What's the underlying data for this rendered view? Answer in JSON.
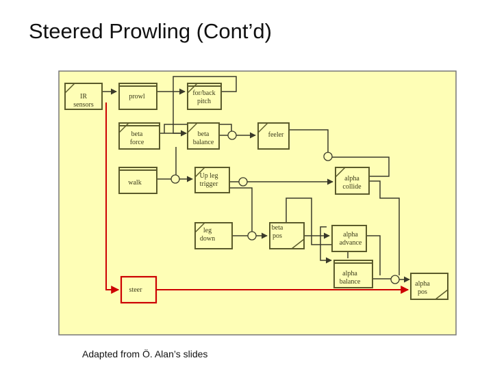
{
  "slide": {
    "title": "Steered Prowling (Cont’d)",
    "caption": "Adapted from Ö. Alan’s slides"
  },
  "diagram": {
    "background_color": "#fefeb6",
    "box_border_color": "#5a5a2a",
    "wire_color": "#3a3a2a",
    "steer_color": "#cc0000",
    "modules": [
      {
        "id": "ir-sensors",
        "lines": [
          "IR",
          "sensors"
        ]
      },
      {
        "id": "prowl",
        "lines": [
          "prowl"
        ]
      },
      {
        "id": "for-back-pitch",
        "lines": [
          "for/back",
          "pitch"
        ]
      },
      {
        "id": "beta-force",
        "lines": [
          "beta",
          "force"
        ]
      },
      {
        "id": "beta-balance",
        "lines": [
          "beta",
          "balance"
        ]
      },
      {
        "id": "feeler",
        "lines": [
          "feeler"
        ]
      },
      {
        "id": "walk",
        "lines": [
          "walk"
        ]
      },
      {
        "id": "up-leg-trigger",
        "lines": [
          "Up leg",
          "trigger"
        ]
      },
      {
        "id": "alpha-collide",
        "lines": [
          "alpha",
          "collide"
        ]
      },
      {
        "id": "leg-down",
        "lines": [
          "leg",
          "down"
        ]
      },
      {
        "id": "beta-pos",
        "lines": [
          "beta",
          "pos"
        ]
      },
      {
        "id": "alpha-advance",
        "lines": [
          "alpha",
          "advance"
        ]
      },
      {
        "id": "alpha-balance",
        "lines": [
          "alpha",
          "balance"
        ]
      },
      {
        "id": "steer",
        "lines": [
          "steer"
        ]
      },
      {
        "id": "alpha-pos",
        "lines": [
          "alpha",
          "pos"
        ]
      }
    ]
  }
}
